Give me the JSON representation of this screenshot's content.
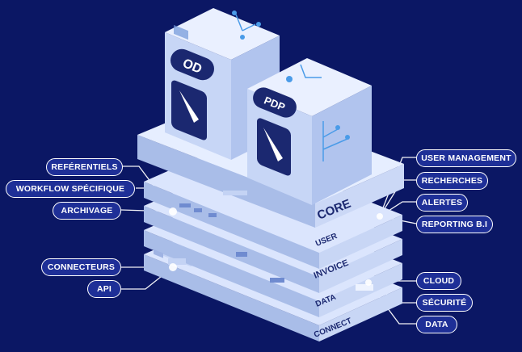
{
  "modules": {
    "od": "OD",
    "pdp": "PDP"
  },
  "layers": {
    "core": "CORE",
    "user": "USER",
    "invoice": "INVOICE",
    "data": "DATA",
    "connect": "CONNECT"
  },
  "left_tags": {
    "referentiels": "REFÉRENTIELS",
    "workflow": "WORKFLOW SPÉCIFIQUE",
    "archivage": "ARCHIVAGE",
    "connecteurs": "CONNECTEURS",
    "api": "API"
  },
  "right_tags": {
    "user_management": "USER MANAGEMENT",
    "recherches": "RECHERCHES",
    "alertes": "ALERTES",
    "reporting": "REPORTING B.I",
    "cloud": "CLOUD",
    "securite": "SÉCURITÉ",
    "data": "DATA"
  },
  "colors": {
    "background": "#0b1764",
    "tag_fill": "#1e2f97",
    "slab_top": "#e4ecff",
    "slab_side": "#b7c8ef",
    "accent": "#3a8fe0"
  }
}
